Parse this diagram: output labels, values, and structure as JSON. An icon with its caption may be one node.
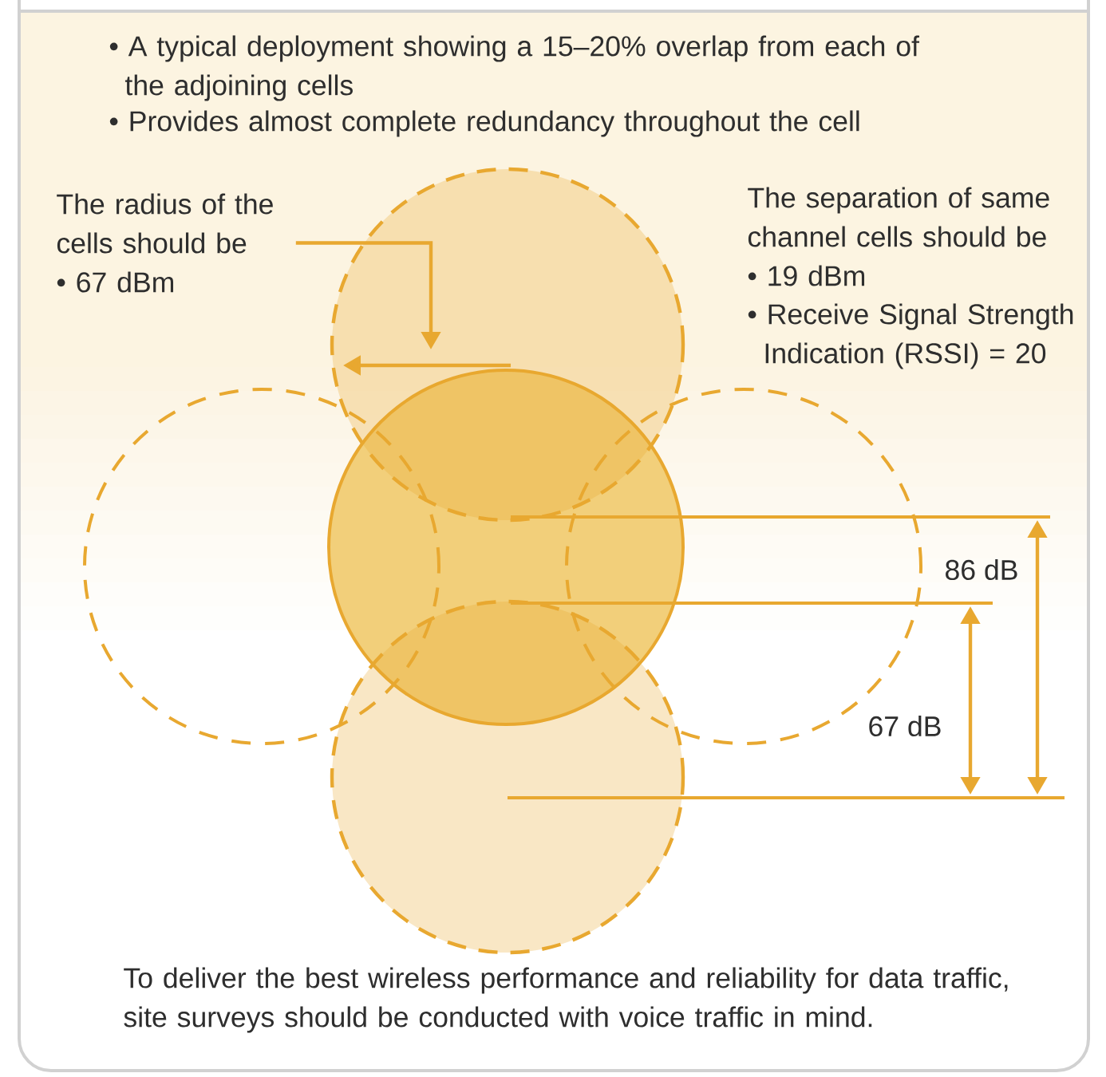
{
  "diagram": {
    "caption": "To deliver the best wireless performance and reliability for data traffic, site surveys should be conducted with voice traffic in mind.",
    "nodes": [
      {
        "text": [
          "The radius of the cells should be",
          "• 67 dBm"
        ]
      },
      {
        "text": [],
        "shape": "circle"
      },
      {
        "text": [],
        "shape": "circle"
      },
      {
        "text": [],
        "shape": "circle"
      },
      {
        "text": [],
        "shape": "circle"
      },
      {
        "text": [],
        "shape": "circle"
      }
    ],
    "edges": [
      {
        "from": 0,
        "to": 1,
        "arrow": "to"
      }
    ],
    "labels": [
      "• A typical deployment showing a 15–20% overlap from each of the adjoining cells",
      "• Provides almost complete redundancy throughout the cell",
      "The separation of same channel cells should be",
      "• 19 dBm",
      "• Receive Signal Strength Indication (RSSI) = 20",
      "86 dB",
      "67 dB"
    ]
  }
}
